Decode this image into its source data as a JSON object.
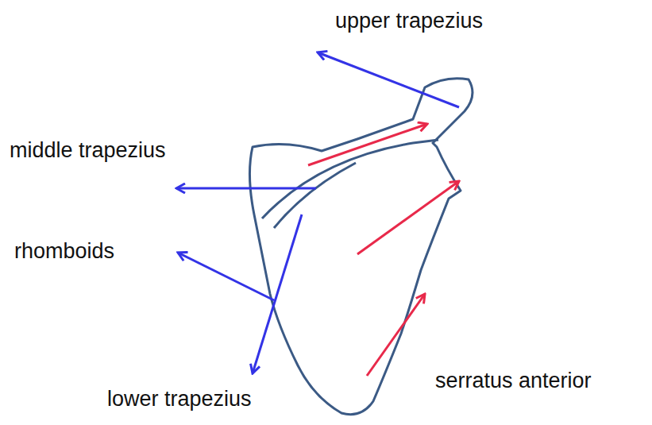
{
  "diagram": {
    "labels": [
      "upper trapezius",
      "middle trapezius",
      "rhomboids",
      "lower trapezius",
      "serratus anterior"
    ]
  }
}
